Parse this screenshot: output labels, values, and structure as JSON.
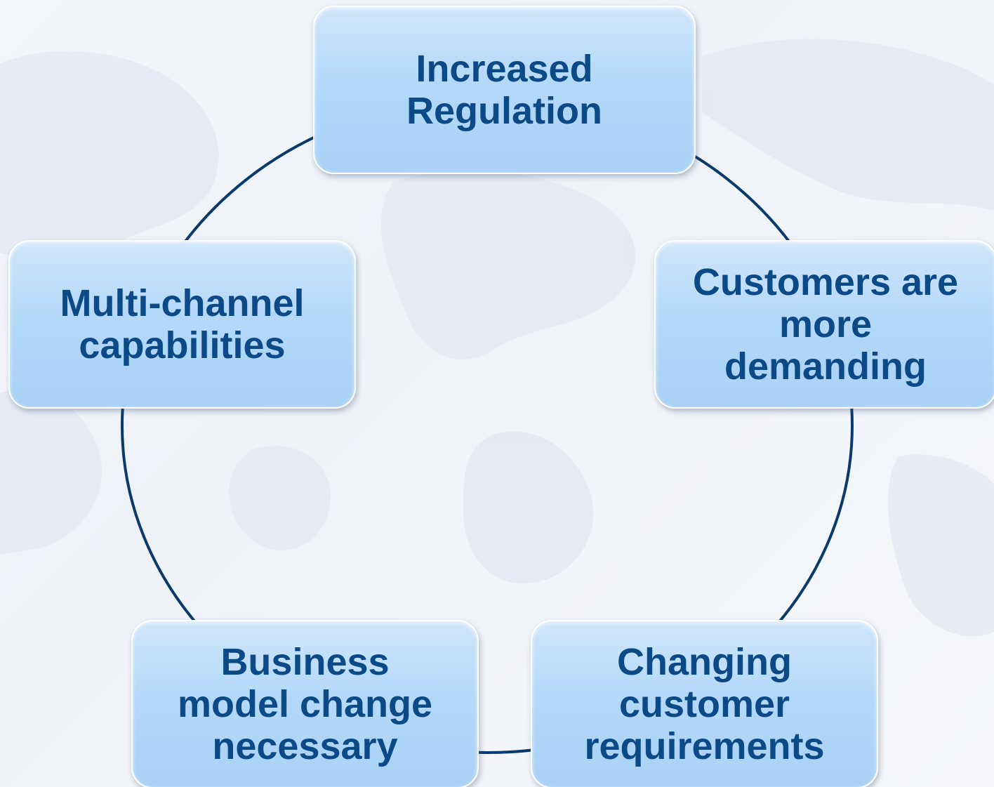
{
  "diagram": {
    "nodes": [
      {
        "id": "top",
        "label": "Increased\nRegulation"
      },
      {
        "id": "right",
        "label": "Customers are\nmore\ndemanding"
      },
      {
        "id": "bottom-right",
        "label": "Changing\ncustomer\nrequirements"
      },
      {
        "id": "bottom-left",
        "label": "Business\nmodel change\nnecessary"
      },
      {
        "id": "left",
        "label": "Multi-channel\ncapabilities"
      }
    ],
    "colors": {
      "box_fill": "#b4d8f8",
      "text": "#0b4a86",
      "ring": "#0a3a6b"
    }
  }
}
